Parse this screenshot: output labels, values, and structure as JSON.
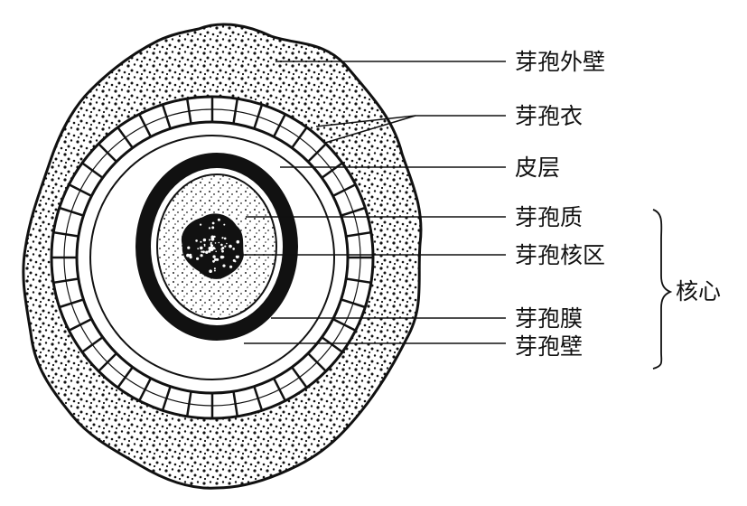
{
  "labels": {
    "exosporium": "芽孢外壁",
    "spore_coat": "芽孢衣",
    "cortex": "皮层",
    "spore_cytoplasm": "芽孢质",
    "nucleoid": "芽孢核区",
    "spore_membrane": "芽孢膜",
    "spore_wall": "芽孢壁",
    "core": "核心"
  },
  "colors": {
    "ink": "#111111",
    "background": "#ffffff"
  }
}
